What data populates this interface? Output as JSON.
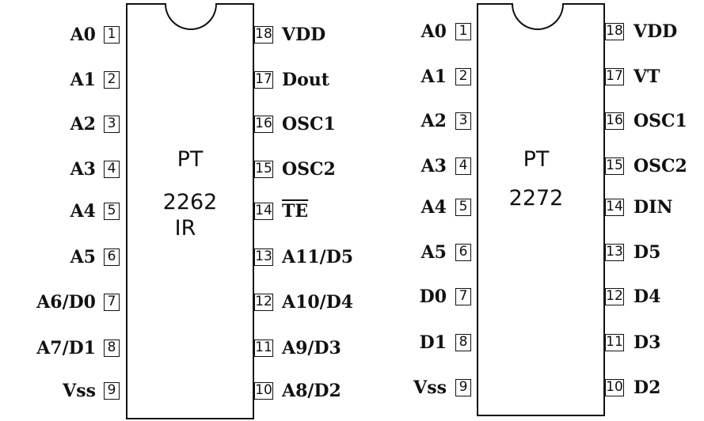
{
  "chips": [
    {
      "id": "pt2262ir",
      "label_lines": [
        "PT",
        "2262",
        "IR"
      ],
      "left_pins": [
        {
          "num": "1",
          "name": "A0"
        },
        {
          "num": "2",
          "name": "A1"
        },
        {
          "num": "3",
          "name": "A2"
        },
        {
          "num": "4",
          "name": "A3"
        },
        {
          "num": "5",
          "name": "A4"
        },
        {
          "num": "6",
          "name": "A5"
        },
        {
          "num": "7",
          "name": "A6/D0"
        },
        {
          "num": "8",
          "name": "A7/D1"
        },
        {
          "num": "9",
          "name": "Vss"
        }
      ],
      "right_pins": [
        {
          "num": "18",
          "name": "VDD"
        },
        {
          "num": "17",
          "name": "Dout"
        },
        {
          "num": "16",
          "name": "OSC1"
        },
        {
          "num": "15",
          "name": "OSC2"
        },
        {
          "num": "14",
          "name": "TE",
          "overline": true
        },
        {
          "num": "13",
          "name": "A11/D5"
        },
        {
          "num": "12",
          "name": "A10/D4"
        },
        {
          "num": "11",
          "name": "A9/D3"
        },
        {
          "num": "10",
          "name": "A8/D2"
        }
      ]
    },
    {
      "id": "pt2272",
      "label_lines": [
        "PT",
        "2272"
      ],
      "left_pins": [
        {
          "num": "1",
          "name": "A0"
        },
        {
          "num": "2",
          "name": "A1"
        },
        {
          "num": "3",
          "name": "A2"
        },
        {
          "num": "4",
          "name": "A3"
        },
        {
          "num": "5",
          "name": "A4"
        },
        {
          "num": "6",
          "name": "A5"
        },
        {
          "num": "7",
          "name": "D0"
        },
        {
          "num": "8",
          "name": "D1"
        },
        {
          "num": "9",
          "name": "Vss"
        }
      ],
      "right_pins": [
        {
          "num": "18",
          "name": "VDD"
        },
        {
          "num": "17",
          "name": "VT"
        },
        {
          "num": "16",
          "name": "OSC1"
        },
        {
          "num": "15",
          "name": "OSC2"
        },
        {
          "num": "14",
          "name": "DIN"
        },
        {
          "num": "13",
          "name": "D5"
        },
        {
          "num": "12",
          "name": "D4"
        },
        {
          "num": "11",
          "name": "D3"
        },
        {
          "num": "10",
          "name": "D2"
        }
      ]
    }
  ]
}
